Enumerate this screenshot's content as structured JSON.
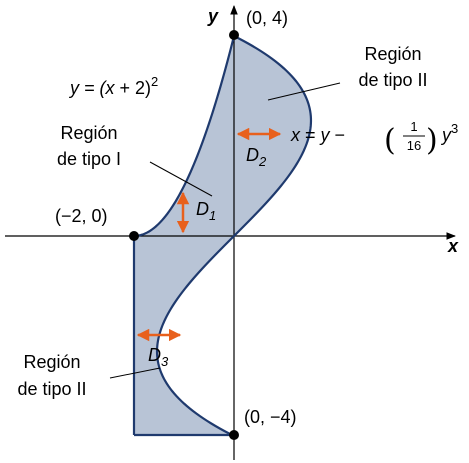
{
  "axes": {
    "x_label": "x",
    "y_label": "y"
  },
  "points": {
    "top": "(0, 4)",
    "left": "(−2, 0)",
    "bottom": "(0, −4)"
  },
  "curves": {
    "left_curve": {
      "y_eq": "y = (",
      "x_var": "x",
      "plus_two": " + 2)",
      "exp": "2"
    },
    "right_curve": {
      "lhs": "x",
      "eq": " = ",
      "y1": "y",
      "minus": " − ",
      "frac_num": "1",
      "frac_den": "16",
      "y2": "y",
      "exp": "3"
    }
  },
  "regions": {
    "type_i": {
      "line1": "Región",
      "line2": "de tipo I"
    },
    "type_ii_upper": {
      "line1": "Región",
      "line2": "de tipo II"
    },
    "type_ii_lower": {
      "line1": "Región",
      "line2": "de tipo II"
    }
  },
  "dimensions": {
    "d1": {
      "letter": "D",
      "sub": "1"
    },
    "d2": {
      "letter": "D",
      "sub": "2"
    },
    "d3": {
      "letter": "D",
      "sub": "3"
    }
  },
  "colors": {
    "fill": "#b8c4d6",
    "curve": "#1f3a6e",
    "arrow": "#e8601c",
    "axis": "#000000"
  }
}
